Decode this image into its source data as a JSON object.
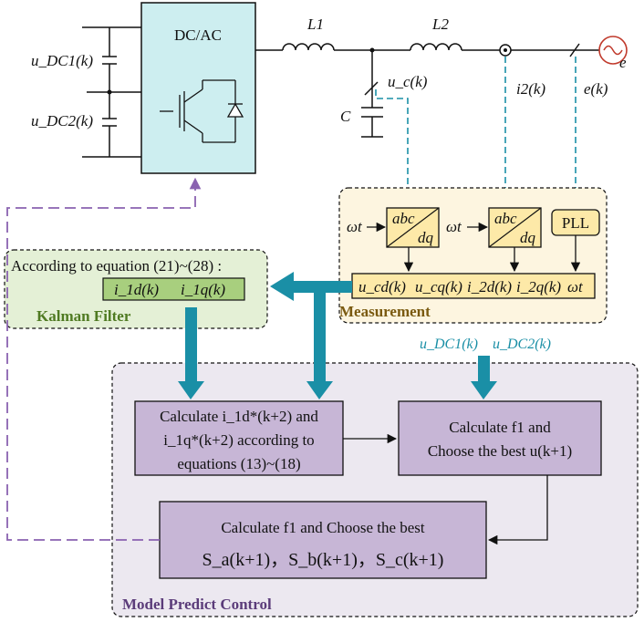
{
  "sources": {
    "udc1": "u_DC1(k)",
    "udc2": "u_DC2(k)"
  },
  "inverter": {
    "title": "DC/AC"
  },
  "circuit": {
    "L1": "L1",
    "L2": "L2",
    "C": "C",
    "uc": "u_c(k)",
    "i2": "i2(k)",
    "e": "e(k)",
    "grid": "e"
  },
  "measurement": {
    "title": "Measurement",
    "omega_t": "ωt",
    "abc": "abc",
    "dq": "dq",
    "pll": "PLL",
    "signals": [
      "u_cd(k)",
      "u_cq(k)",
      "i_2d(k)",
      "i_2q(k)",
      "ωt"
    ]
  },
  "kalman": {
    "title": "Kalman Filter",
    "text": "According to equation (21)~(28) :",
    "outputs": [
      "i_1d(k)",
      "i_1q(k)"
    ]
  },
  "dc_inputs": {
    "udc1": "u_DC1(k)",
    "udc2": "u_DC2(k)"
  },
  "mpc": {
    "title": "Model Predict Control",
    "box1": [
      "Calculate i_1d*(k+2) and",
      "i_1q*(k+2) according to",
      "equations (13)~(18)"
    ],
    "box2": [
      "Calculate f1 and",
      "Choose the best u(k+1)"
    ],
    "box3": [
      "Calculate f1 and Choose the best",
      "S_a(k+1)，S_b(k+1)，S_c(k+1)"
    ]
  },
  "colors": {
    "inverter_fill": "#cdeef0",
    "measure_fill": "#fdf5e0",
    "kalman_fill": "#e4f0d6",
    "kalman_bar": "#a8cf7e",
    "mpc_fill": "#ece8f0",
    "mpc_box": "#c7b6d6",
    "teal": "#1a8fa6",
    "purple_dash": "#8a62b0",
    "yellow": "#fde9a8"
  }
}
